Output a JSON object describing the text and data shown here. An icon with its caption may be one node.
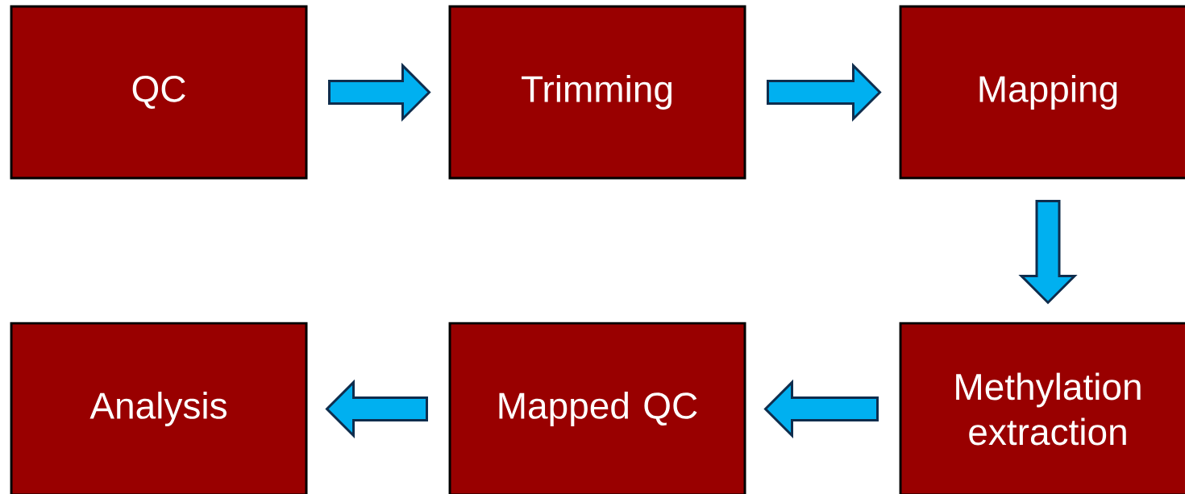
{
  "diagram": {
    "nodes": [
      {
        "text": [
          "QC"
        ]
      },
      {
        "text": [
          "Trimming"
        ]
      },
      {
        "text": [
          "Mapping"
        ]
      },
      {
        "text": [
          "Methylation extraction"
        ]
      },
      {
        "text": [
          "Mapped QC"
        ]
      },
      {
        "text": [
          "Analysis"
        ]
      }
    ],
    "edges": [
      {
        "from": 0,
        "to": 1,
        "arrow": "to"
      },
      {
        "from": 1,
        "to": 2,
        "arrow": "to"
      },
      {
        "from": 2,
        "to": 3,
        "arrow": "to"
      },
      {
        "from": 3,
        "to": 4,
        "arrow": "to"
      },
      {
        "from": 4,
        "to": 5,
        "arrow": "to"
      }
    ]
  }
}
